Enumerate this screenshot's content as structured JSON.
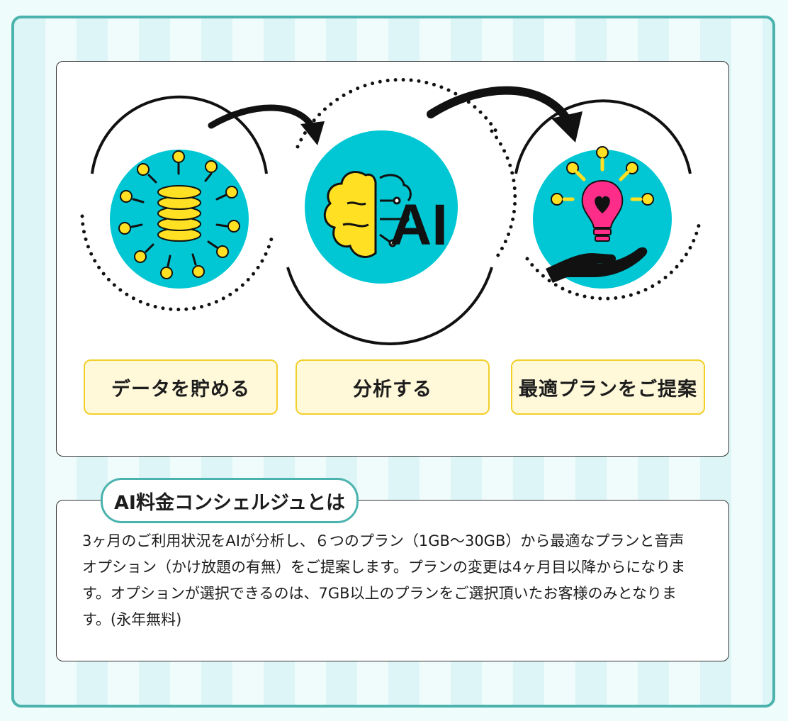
{
  "steps": [
    {
      "label": "データを貯める",
      "icon": "database-icon"
    },
    {
      "label": "分析する",
      "icon": "ai-brain-icon"
    },
    {
      "label": "最適プランをご提案",
      "icon": "lightbulb-heart-hand-icon"
    }
  ],
  "ai_text": "AI",
  "info": {
    "title": "AI料金コンシェルジュとは",
    "body": "3ヶ月のご利用状況をAIが分析し、６つのプラン（1GB〜30GB）から最適なプランと音声オプション（かけ放題の有無）をご提案します。プランの変更は4ヶ月目以降からになります。オプションが選択できるのは、7GB以上のプランをご選択頂いたお客様のみとなります。(永年無料)"
  },
  "colors": {
    "accent_teal": "#00c7d3",
    "icon_yellow": "#ffe022",
    "label_bg": "#fff8d9",
    "label_border": "#f3cf2a",
    "frame_border": "#4bb3ad",
    "heart_pink": "#ff2d8a"
  }
}
